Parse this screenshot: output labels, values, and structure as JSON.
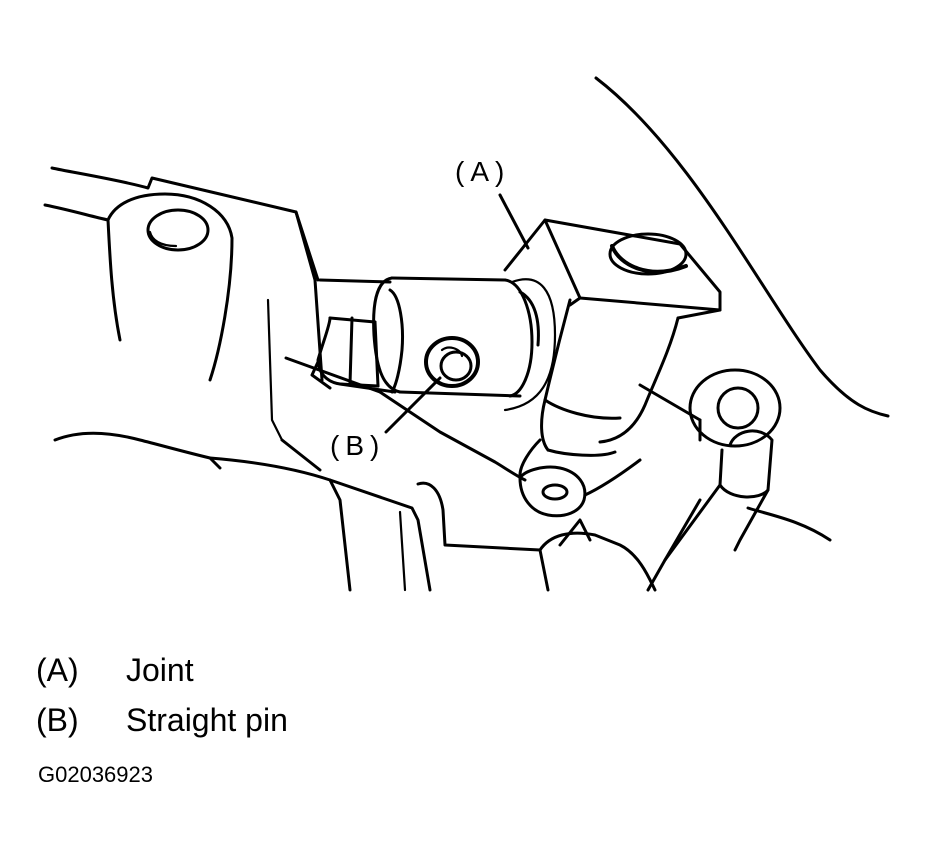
{
  "callouts": {
    "a": "(A)",
    "b": "(B)"
  },
  "legend": [
    {
      "key": "(A)",
      "label": "Joint"
    },
    {
      "key": "(B)",
      "label": "Straight pin"
    }
  ],
  "figure_id": "G02036923",
  "colors": {
    "line": "#000000",
    "background": "#ffffff"
  }
}
